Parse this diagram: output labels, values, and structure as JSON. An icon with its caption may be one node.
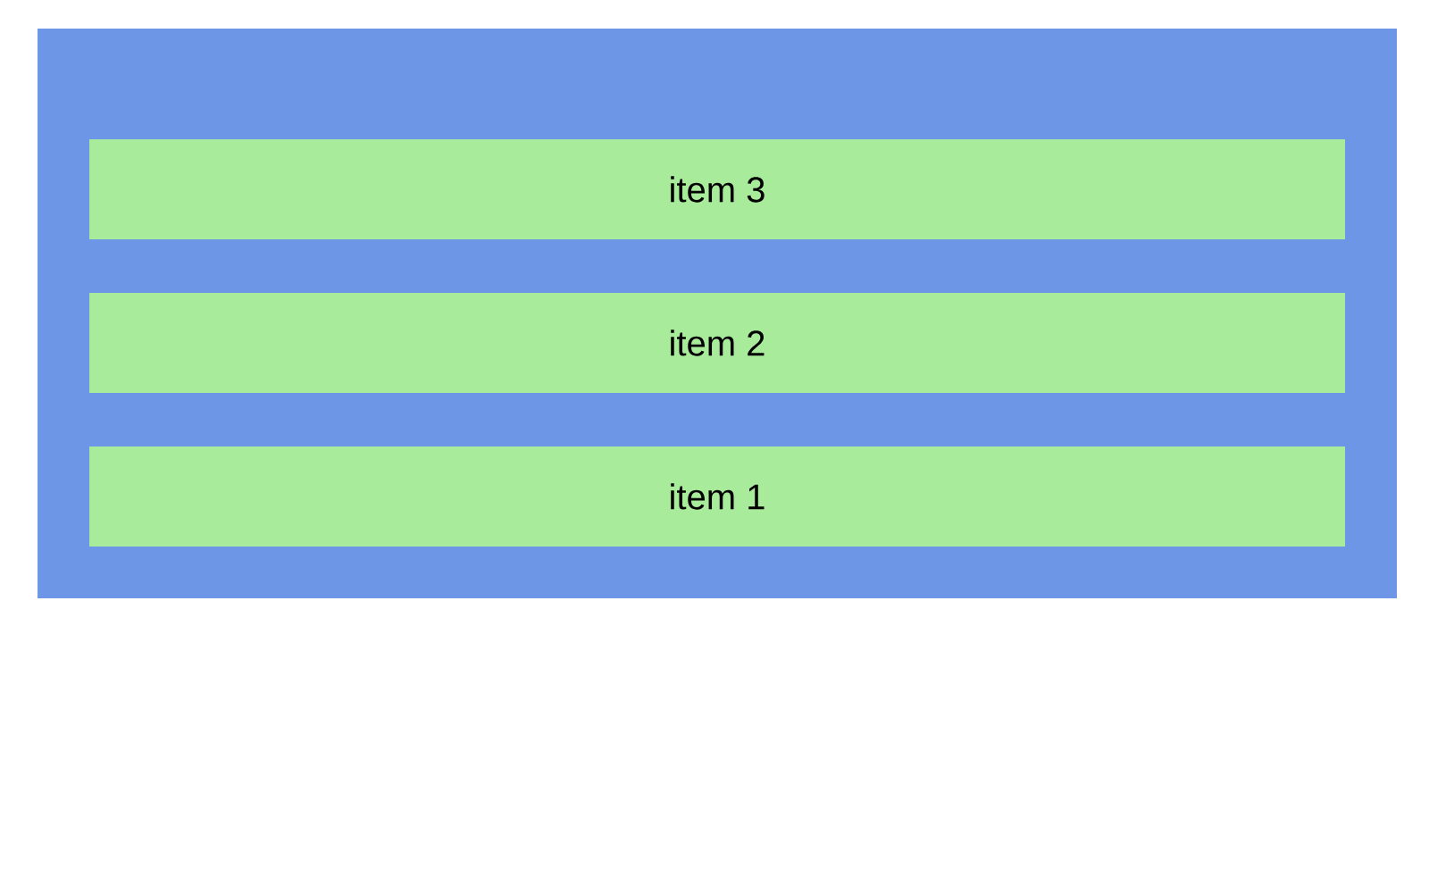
{
  "diagram": {
    "nodes": [
      {
        "text": [],
        "shape": "box"
      },
      {
        "text": [
          "item 3"
        ],
        "in": 0
      },
      {
        "text": [
          "item 2"
        ],
        "in": 0
      },
      {
        "text": [
          "item 1"
        ],
        "in": 0
      }
    ]
  }
}
